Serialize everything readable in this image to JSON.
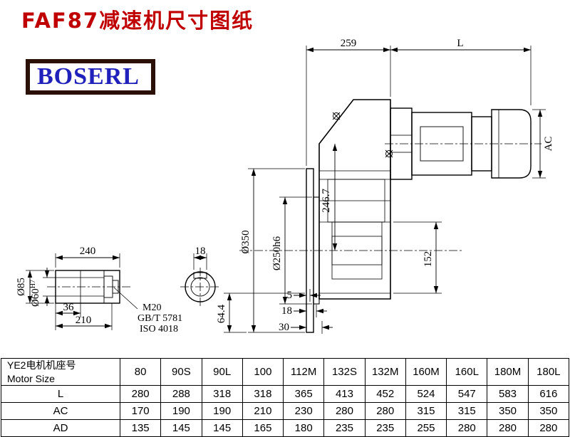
{
  "title": "FAF87减速机尺寸图纸",
  "logo_text": "BOSERL",
  "drawing": {
    "dim_259": "259",
    "dim_L": "L",
    "dim_AC": "AC",
    "dim_flange_dia": "Ø350",
    "dim_spigot_dia": "Ø250h6",
    "dim_246_7": "246.7",
    "dim_152": "152",
    "dim_5": "5",
    "dim_18_offset": "18",
    "dim_30": "30",
    "dim_64_4": "64.4",
    "dim_240": "240",
    "dim_18_key": "18",
    "dim_shaft_od": "Ø85",
    "bore_dia": "Ø60",
    "bore_tol": "H7",
    "dim_36": "36",
    "dim_210": "210",
    "thread_label": "M20",
    "standard_gb": "GB/T 5781",
    "standard_iso": "ISO 4018"
  },
  "table": {
    "row_header_line1": "YE2电机机座号",
    "row_header_line2": "Motor Size",
    "columns": [
      "80",
      "90S",
      "90L",
      "100",
      "112M",
      "132S",
      "132M",
      "160M",
      "160L",
      "180M",
      "180L"
    ],
    "rows": [
      {
        "label": "L",
        "values": [
          "280",
          "288",
          "318",
          "318",
          "365",
          "413",
          "452",
          "524",
          "547",
          "583",
          "616"
        ]
      },
      {
        "label": "AC",
        "values": [
          "170",
          "190",
          "190",
          "210",
          "230",
          "280",
          "280",
          "315",
          "315",
          "350",
          "350"
        ]
      },
      {
        "label": "AD",
        "values": [
          "135",
          "145",
          "145",
          "165",
          "180",
          "235",
          "235",
          "255",
          "280",
          "280",
          "280"
        ]
      }
    ]
  }
}
